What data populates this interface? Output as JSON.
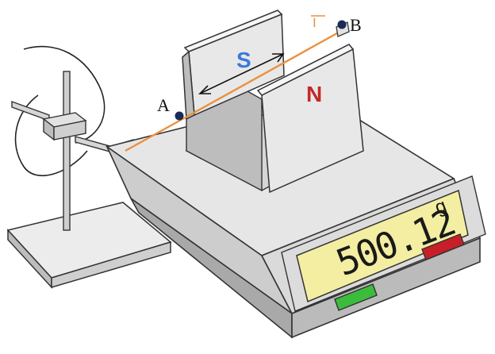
{
  "labels": {
    "point_a": "A",
    "point_b": "B",
    "current": "I",
    "pole_south": "S",
    "pole_north": "N"
  },
  "scale": {
    "reading": "500.12",
    "unit": "g"
  },
  "colors": {
    "wire": "#e8913f",
    "pole_south": "#3a7ad8",
    "pole_north": "#c42828",
    "display_bg": "#f3eea2",
    "button_green": "#3dbb3d",
    "button_red": "#c81e28",
    "point_dot": "#1a2a5a"
  }
}
